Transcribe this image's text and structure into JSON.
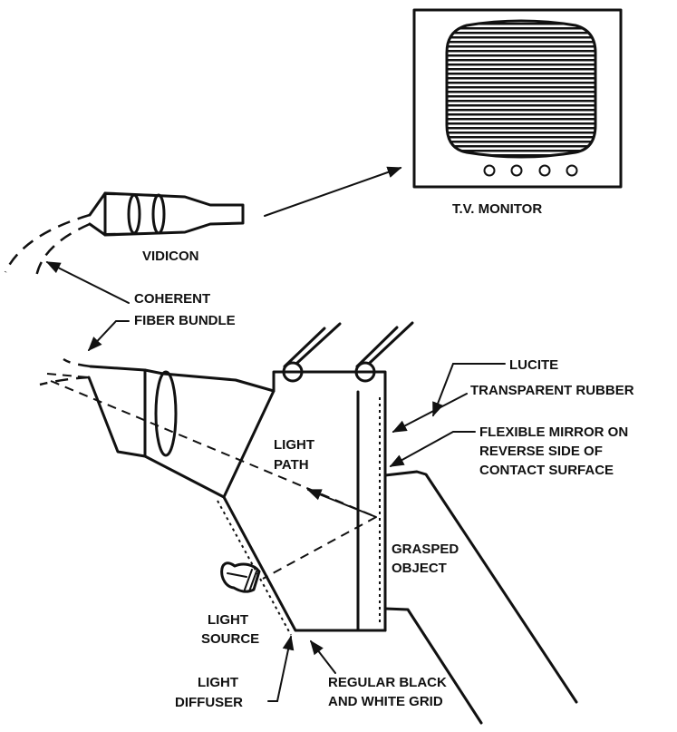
{
  "labels": {
    "tv_monitor": "T.V. MONITOR",
    "vidicon": "VIDICON",
    "fiber_1": "COHERENT",
    "fiber_2": "FIBER BUNDLE",
    "lucite": "LUCITE",
    "rubber": "TRANSPARENT RUBBER",
    "mirror_1": "FLEXIBLE MIRROR ON",
    "mirror_2": "REVERSE SIDE OF",
    "mirror_3": "CONTACT SURFACE",
    "light_path_1": "LIGHT",
    "light_path_2": "PATH",
    "grasped_1": "GRASPED",
    "grasped_2": "OBJECT",
    "light_source_1": "LIGHT",
    "light_source_2": "SOURCE",
    "diffuser_1": "LIGHT",
    "diffuser_2": "DIFFUSER",
    "grid_1": "REGULAR BLACK",
    "grid_2": "AND WHITE GRID"
  },
  "colors": {
    "ink": "#111111",
    "paper": "#ffffff"
  },
  "icons": {
    "monitor": "tv-monitor-icon",
    "vidicon": "vidicon-tube-icon",
    "bulb": "light-bulb-icon"
  }
}
